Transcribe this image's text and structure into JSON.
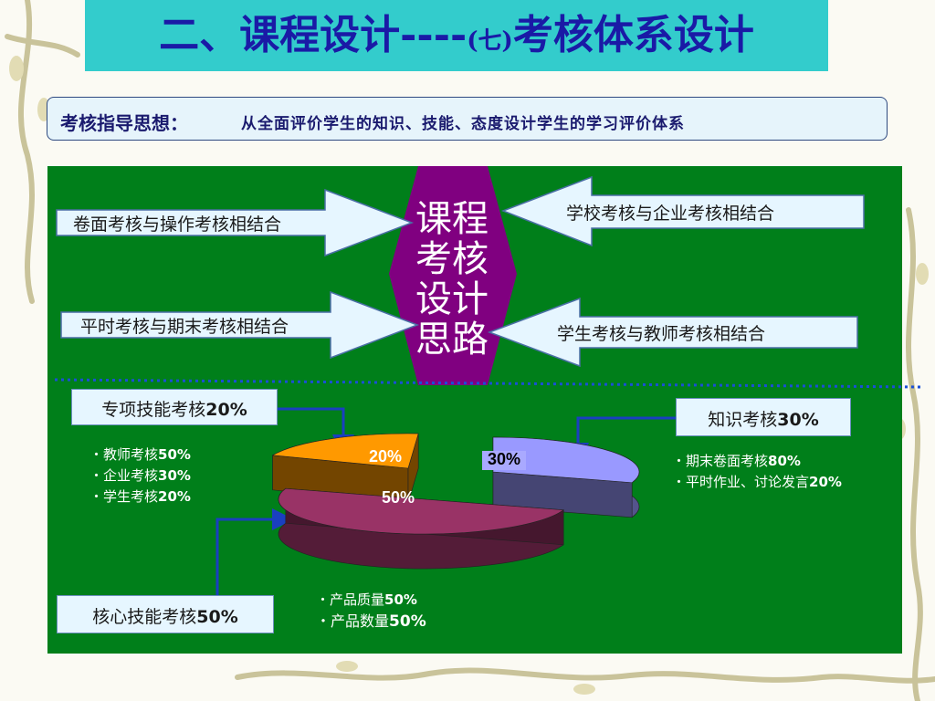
{
  "title": {
    "main": "二、课程设计----",
    "paren": "(七)",
    "rest": "考核体系设计"
  },
  "guide": {
    "label": "考核指导思想：",
    "text": "从全面评价学生的知识、技能、态度设计学生的学习评价体系"
  },
  "core": {
    "lines": [
      "课程",
      "考核",
      "设计",
      "思路"
    ]
  },
  "principles": {
    "p1": "卷面考核与操作考核相结合",
    "p2": "平时考核与期末考核相结合",
    "p3": "学校考核与企业考核相结合",
    "p4": "学生考核与教师考核相结合"
  },
  "special": {
    "label": "专项技能考核",
    "pct": "20%",
    "items": [
      {
        "name": "教师考核",
        "pct": "50%"
      },
      {
        "name": "企业考核",
        "pct": "30%"
      },
      {
        "name": "学生考核",
        "pct": "20%"
      }
    ]
  },
  "knowledge": {
    "label": "知识考核",
    "pct": "30%",
    "items": [
      {
        "name": "期末卷面考核",
        "pct": "80%"
      },
      {
        "name": "平时作业、讨论发言",
        "pct": "20%"
      }
    ]
  },
  "corecap": {
    "label": "核心技能考核",
    "pct": "50%",
    "items": [
      {
        "name": "产品质量",
        "pct": "50%"
      },
      {
        "name": "产品数量",
        "pct": "50%"
      }
    ]
  },
  "chart_data": {
    "type": "pie",
    "categories": [
      "专项技能考核",
      "知识考核",
      "核心技能考核"
    ],
    "values": [
      20,
      30,
      50
    ],
    "labels": [
      "20%",
      "30%",
      "50%"
    ],
    "colors": [
      "#ff9900",
      "#9999ff",
      "#993366"
    ]
  }
}
